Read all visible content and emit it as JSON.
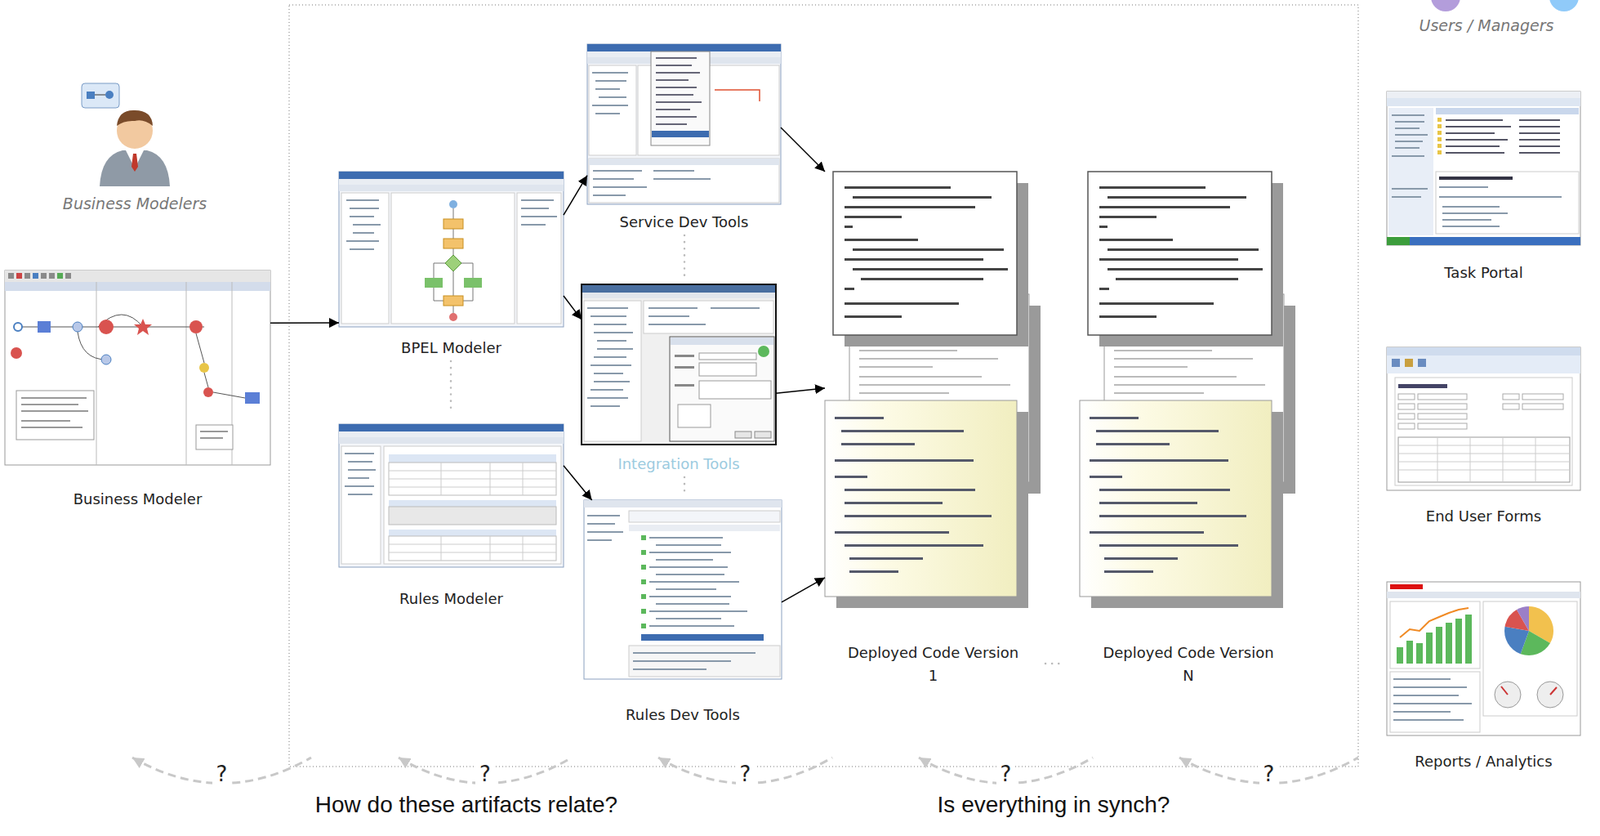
{
  "diagram": {
    "nodes": [
      {
        "text": [
          "Business Modeler"
        ]
      },
      {
        "text": [
          "BPEL Modeler"
        ]
      },
      {
        "text": [
          "Rules Modeler"
        ]
      },
      {
        "text": [
          "Service Dev Tools"
        ]
      },
      {
        "text": [
          "Integration Tools"
        ]
      },
      {
        "text": [
          "Rules Dev Tools"
        ]
      },
      {
        "text": [
          "Deployed Code Version 1"
        ]
      },
      {
        "text": [
          "Deployed Code Version N"
        ]
      },
      {
        "text": [
          "Task Portal"
        ]
      },
      {
        "text": [
          "End User Forms"
        ]
      },
      {
        "text": [
          "Reports / Analytics"
        ]
      }
    ],
    "edges": [
      {
        "from": 0,
        "to": 1,
        "arrow": "to"
      },
      {
        "from": 1,
        "to": 3,
        "arrow": "to"
      },
      {
        "from": 1,
        "to": 4,
        "arrow": "to"
      },
      {
        "from": 2,
        "to": 5,
        "arrow": "to"
      },
      {
        "from": 3,
        "to": 6,
        "arrow": "to"
      },
      {
        "from": 4,
        "to": 6,
        "arrow": "to"
      },
      {
        "from": 5,
        "to": 6,
        "arrow": "to"
      }
    ],
    "labels": [
      "Business Modelers",
      "Users / Managers",
      "?",
      "?",
      "?",
      "?",
      "?",
      "How do these artifacts relate?",
      "Is everything in synch?"
    ]
  }
}
